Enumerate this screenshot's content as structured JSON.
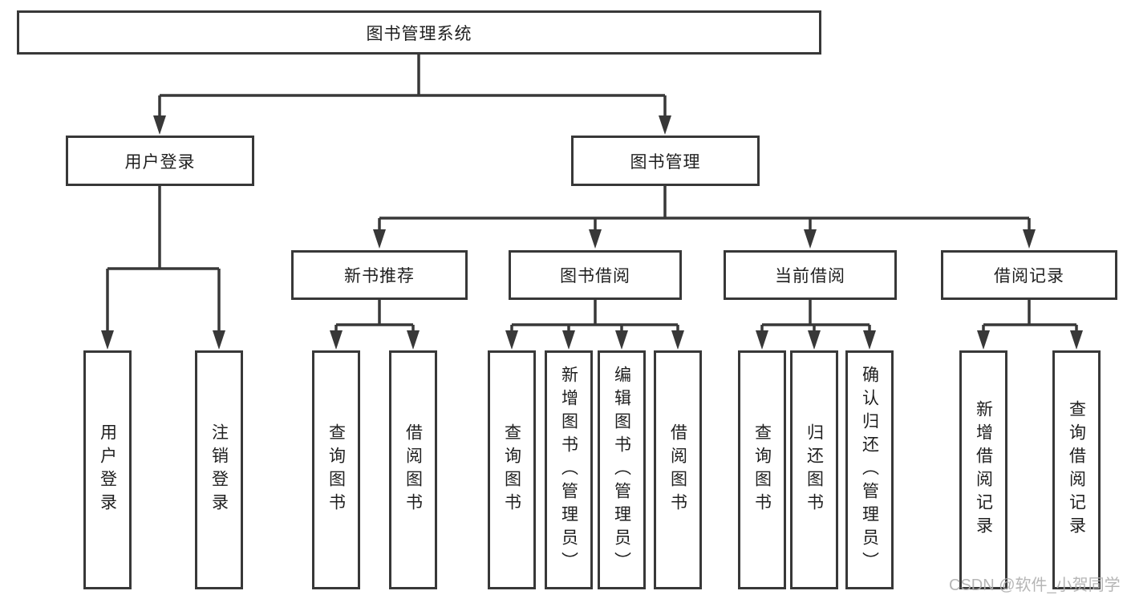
{
  "diagram": {
    "title": "图书管理系统",
    "type": "hierarchy-tree",
    "colors": {
      "background": "#ffffff",
      "line": "#383838",
      "box_border": "#383838",
      "text": "#1f1f1f",
      "watermark": "#b0b0b0"
    },
    "structure": {
      "root": "图书管理系统",
      "children": [
        {
          "label": "用户登录",
          "children": [
            "用户登录",
            "注销登录"
          ]
        },
        {
          "label": "图书管理",
          "children": [
            {
              "label": "新书推荐",
              "children": [
                "查询图书",
                "借阅图书"
              ]
            },
            {
              "label": "图书借阅",
              "children": [
                "查询图书",
                "新增图书（管理员）",
                "编辑图书（管理员）",
                "借阅图书"
              ]
            },
            {
              "label": "当前借阅",
              "children": [
                "查询图书",
                "归还图书",
                "确认归还（管理员）"
              ]
            },
            {
              "label": "借阅记录",
              "children": [
                "新增借阅记录",
                "查询借阅记录"
              ]
            }
          ]
        }
      ]
    }
  },
  "nodes": {
    "root": {
      "label": "图书管理系统"
    },
    "user_login": {
      "label": "用户登录"
    },
    "book_mgmt": {
      "label": "图书管理"
    },
    "new_book": {
      "label": "新书推荐"
    },
    "book_borrow": {
      "label": "图书借阅"
    },
    "current_borrow": {
      "label": "当前借阅"
    },
    "borrow_record": {
      "label": "借阅记录"
    },
    "ul_login": {
      "label": "用户登录"
    },
    "ul_logout": {
      "label": "注销登录"
    },
    "nb_query": {
      "label": "查询图书"
    },
    "nb_borrow": {
      "label": "借阅图书"
    },
    "bb_query": {
      "label": "查询图书"
    },
    "bb_add": {
      "label": "新增图书（管理员）"
    },
    "bb_edit": {
      "label": "编辑图书（管理员）"
    },
    "bb_borrow": {
      "label": "借阅图书"
    },
    "cb_query": {
      "label": "查询图书"
    },
    "cb_return": {
      "label": "归还图书"
    },
    "cb_confirm": {
      "label": "确认归还（管理员）"
    },
    "br_add": {
      "label": "新增借阅记录"
    },
    "br_query": {
      "label": "查询借阅记录"
    }
  },
  "watermark": {
    "text": "CSDN @软件_小贺同学"
  }
}
